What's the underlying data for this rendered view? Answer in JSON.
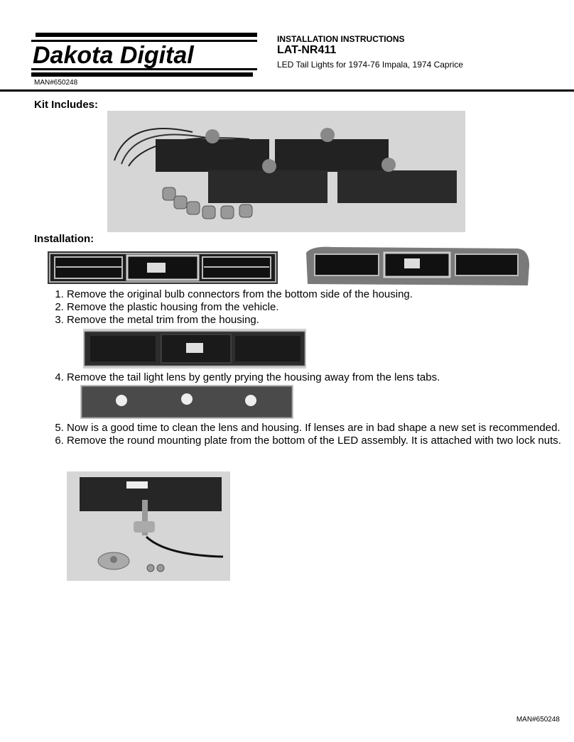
{
  "brand": {
    "logo_text": "Dakota Digital"
  },
  "header": {
    "label": "INSTALLATION INSTRUCTIONS",
    "part_number": "LAT-NR411",
    "description": "LED Tail Lights for 1974-76 Impala, 1974 Caprice",
    "manual_number": "MAN#650248"
  },
  "sections": {
    "kit_title": "Kit Includes:",
    "install_title": "Installation:"
  },
  "steps": [
    "Remove the original bulb connectors from the bottom side of the housing.",
    "Remove the plastic housing from the vehicle.",
    "Remove the metal trim from the housing.",
    "Remove the tail light lens by gently prying the housing away from the lens tabs.",
    "Now is a good time to clean the lens and housing. If lenses are in bad shape a new set is recommended.",
    "Remove the round mounting plate from the bottom of the LED assembly.  It is attached with two lock nuts."
  ],
  "footer": {
    "manual_number": "MAN#650248"
  },
  "colors": {
    "text": "#000000",
    "photo_bg": "#d4d4d4",
    "housing_dark": "#2a2a2a"
  }
}
